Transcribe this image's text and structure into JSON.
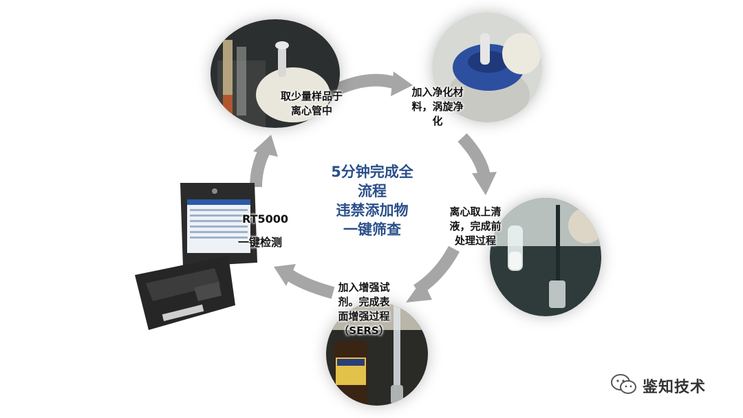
{
  "center_title": "5分钟完成全\n流程\n违禁添加物\n一键筛查",
  "steps": [
    {
      "label": "取少量样品于\n离心管中"
    },
    {
      "label": "加入净化材\n料，涡旋净\n化"
    },
    {
      "label": "离心取上清\n液，完成前\n处理过程"
    },
    {
      "label": "加入增强试\n剂。完成表\n面增强过程\n（SERS）"
    }
  ],
  "device": {
    "model": "RT5000",
    "action": "一键检测"
  },
  "watermark": {
    "text": "鉴知技术"
  },
  "colors": {
    "arrow": "#a6a6a6",
    "title": "#2a4f8a"
  }
}
